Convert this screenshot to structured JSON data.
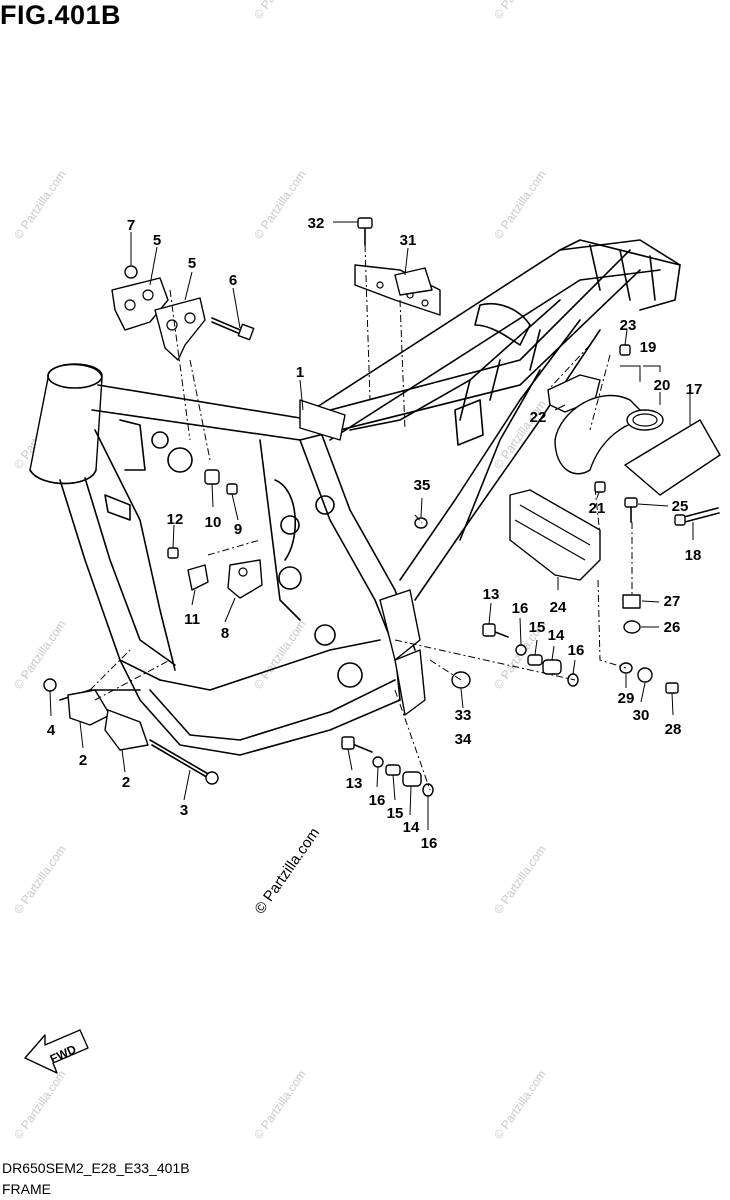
{
  "header": {
    "title": "FIG.401B"
  },
  "footer": {
    "code": "DR650SEM2_E28_E33_401B",
    "section": "FRAME"
  },
  "fwd_arrow": {
    "label": "FWD"
  },
  "watermark": {
    "text": "© Partzilla.com"
  },
  "callouts": {
    "c1": "1",
    "c2a": "2",
    "c2b": "2",
    "c3": "3",
    "c4": "4",
    "c5a": "5",
    "c5b": "5",
    "c6": "6",
    "c7": "7",
    "c8": "8",
    "c9": "9",
    "c10": "10",
    "c11": "11",
    "c12": "12",
    "c13a": "13",
    "c13b": "13",
    "c14a": "14",
    "c14b": "14",
    "c15a": "15",
    "c15b": "15",
    "c16a": "16",
    "c16b": "16",
    "c16c": "16",
    "c16d": "16",
    "c17": "17",
    "c18": "18",
    "c19": "19",
    "c20": "20",
    "c21": "21",
    "c22": "22",
    "c23": "23",
    "c24": "24",
    "c25": "25",
    "c26": "26",
    "c27": "27",
    "c28": "28",
    "c29": "29",
    "c30": "30",
    "c31": "31",
    "c32": "32",
    "c33": "33",
    "c34": "34",
    "c35": "35"
  }
}
